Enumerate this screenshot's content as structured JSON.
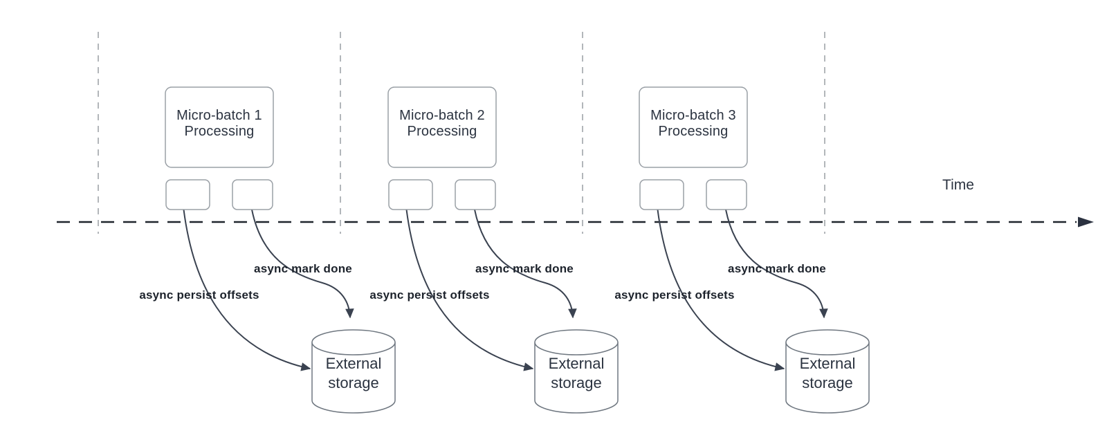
{
  "diagram": {
    "time_label": "Time",
    "groups": [
      {
        "box_line1": "Micro-batch 1",
        "box_line2": "Processing",
        "persist_arrow_label": "async persist offsets",
        "mark_done_arrow_label": "async mark done",
        "storage_line1": "External",
        "storage_line2": "storage"
      },
      {
        "box_line1": "Micro-batch 2",
        "box_line2": "Processing",
        "persist_arrow_label": "async persist offsets",
        "mark_done_arrow_label": "async mark done",
        "storage_line1": "External",
        "storage_line2": "storage"
      },
      {
        "box_line1": "Micro-batch 3",
        "box_line2": "Processing",
        "persist_arrow_label": "async persist offsets",
        "mark_done_arrow_label": "async mark done",
        "storage_line1": "External",
        "storage_line2": "storage"
      }
    ],
    "colors": {
      "background": "#ffffff",
      "shape_border": "#9aa0a6",
      "cylinder_border": "#6f7780",
      "arrow": "#3a4250",
      "time_axis": "#1e242c",
      "guide_line": "#b2b6ba",
      "title_text": "#2b3340",
      "label_text": "#1c222b"
    }
  }
}
